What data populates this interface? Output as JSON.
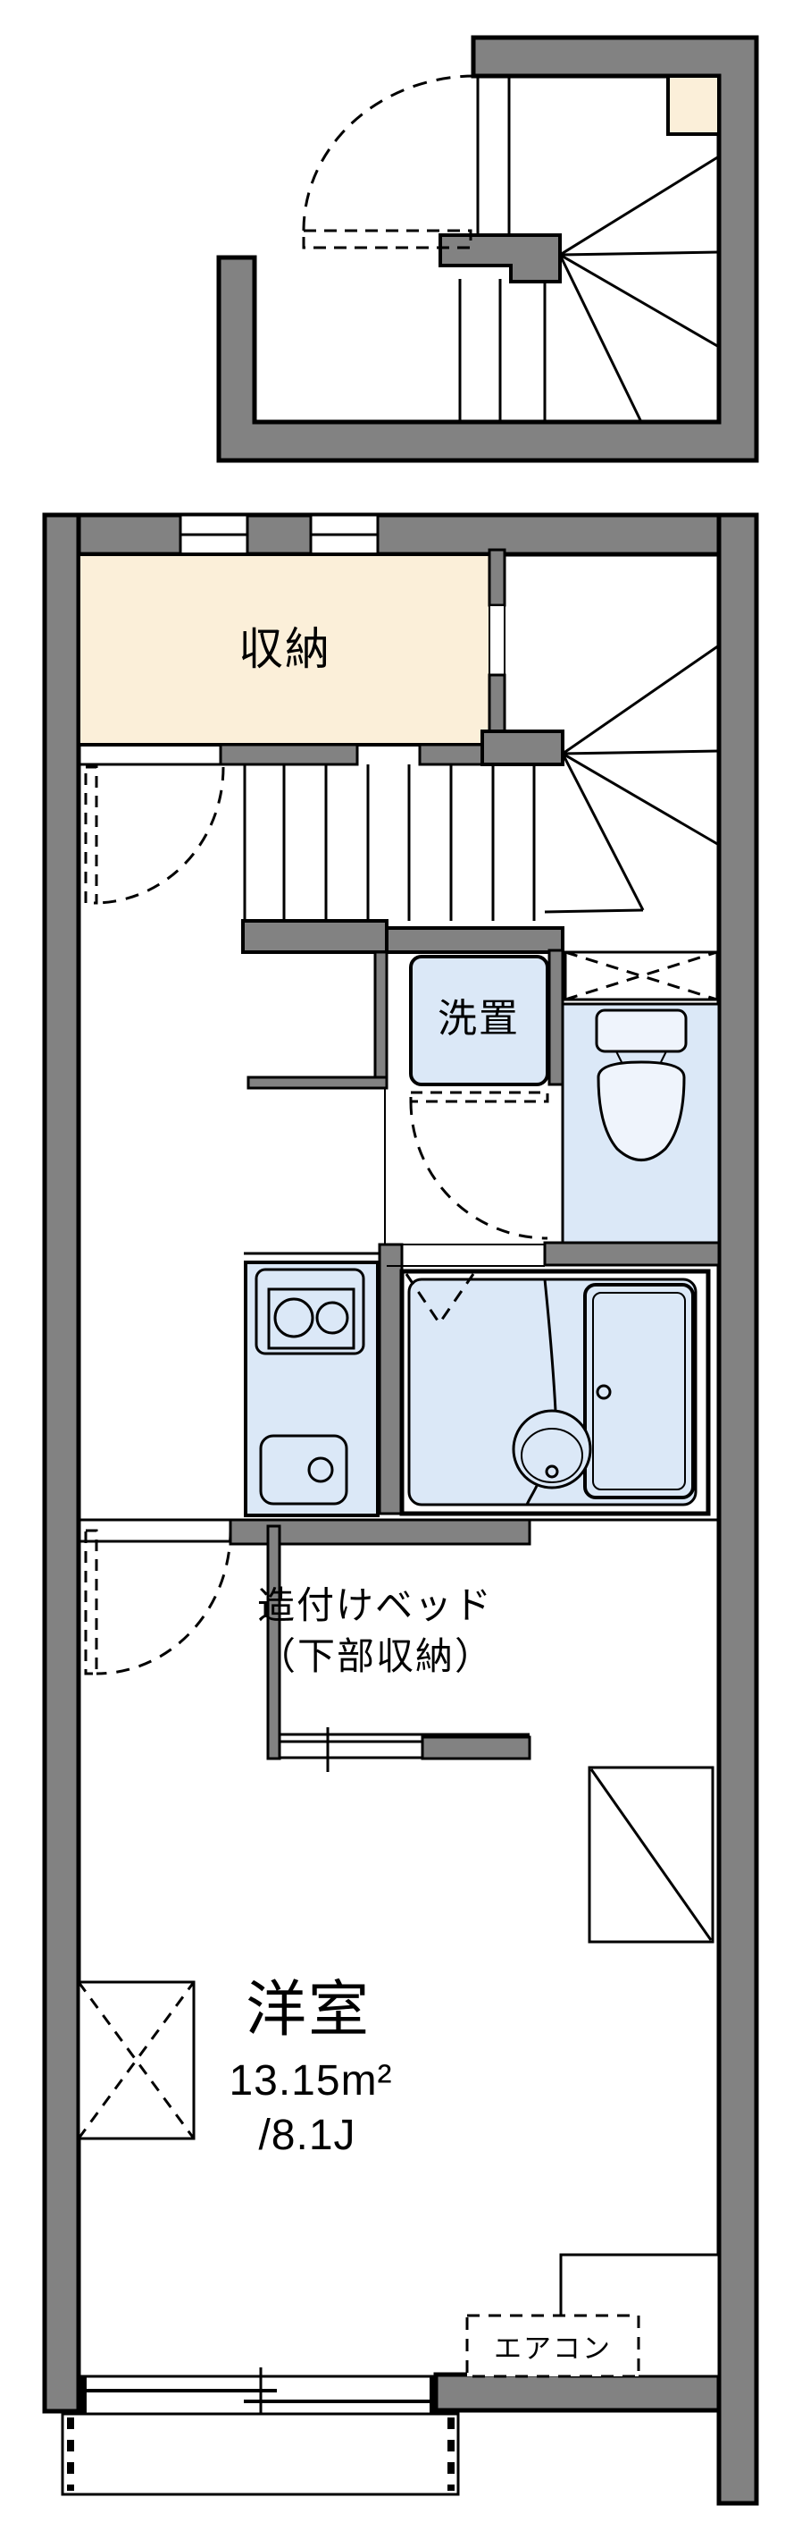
{
  "plan": {
    "type": "apartment-floor-plan",
    "labels": {
      "storage": "収納",
      "washer_place": "洗置",
      "built_in_bed_line1": "造付けベッド",
      "built_in_bed_line2": "（下部収納）",
      "western_room": "洋室",
      "room_area_m2": "13.15m²",
      "room_area_tatami": "/8.1J",
      "aircon": "エアコン"
    },
    "colors": {
      "wall_fill": "#828282",
      "storage_fill": "#FBEFD9",
      "wet_area_fill": "#DBE8F7",
      "fixture_fill": "#EFF4FC",
      "line": "#000000",
      "background": "#FFFFFF"
    }
  }
}
